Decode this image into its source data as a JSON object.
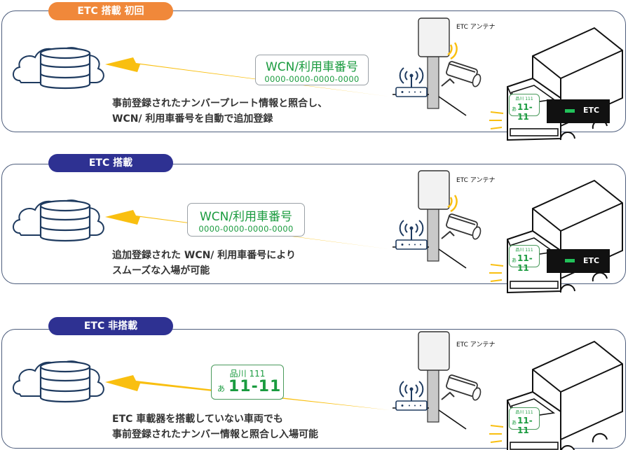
{
  "antenna_label": "ETC アンテナ",
  "etc_tag": "ETC",
  "plate": {
    "region_number": "品川 111",
    "hiragana": "あ",
    "number": "11-11"
  },
  "panels": [
    {
      "pill": "ETC 搭載 初回",
      "id_title": "WCN/利用車番号",
      "id_number": "0000-0000-0000-0000",
      "desc_line1": "事前登録されたナンバープレート情報と照合し、",
      "desc_line2": "WCN/ 利用車番号を自動で追加登録"
    },
    {
      "pill": "ETC 搭載",
      "id_title": "WCN/利用車番号",
      "id_number": "0000-0000-0000-0000",
      "desc_line1": "追加登録された WCN/ 利用車番号により",
      "desc_line2": "スムーズな入場が可能"
    },
    {
      "pill": "ETC 非搭載",
      "desc_line1": "ETC 車載器を搭載していない車両でも",
      "desc_line2": "事前登録されたナンバー情報と照合し入場可能"
    }
  ],
  "colors": {
    "panel_border": "#4d5d7c",
    "orange": "#f0883a",
    "navy": "#2e3192",
    "arrow": "#f9bf10",
    "plate_green": "#1a9b3f"
  }
}
